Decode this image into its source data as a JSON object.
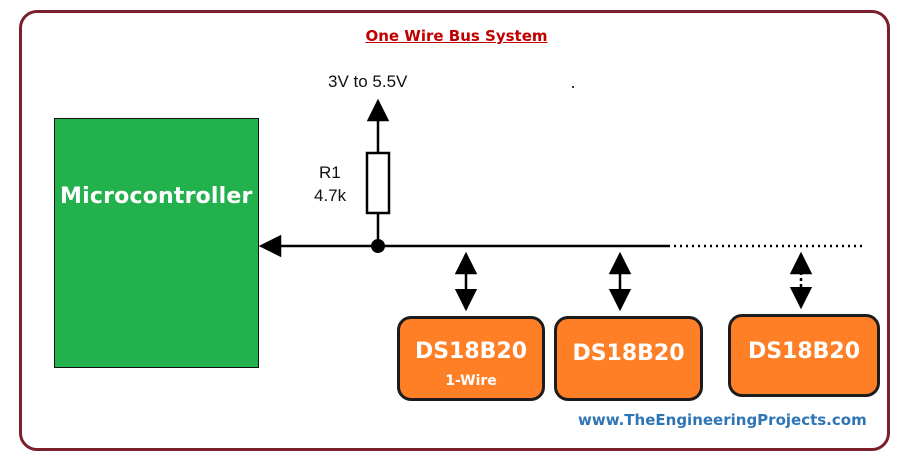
{
  "title": "One Wire Bus System",
  "microcontroller": {
    "label": "Microcontroller"
  },
  "supply": {
    "voltage": "3V to 5.5V"
  },
  "resistor": {
    "name": "R1",
    "value": "4.7k"
  },
  "sensors": [
    {
      "name": "DS18B20",
      "sub": "1-Wire"
    },
    {
      "name": "DS18B20"
    },
    {
      "name": "DS18B20"
    }
  ],
  "website": "www.TheEngineeringProjects.com",
  "colors": {
    "frame": "#7a1f2b",
    "title": "#c00000",
    "microcontroller": "#22b14c",
    "sensor": "#ff7f27",
    "website": "#2e75b6"
  }
}
